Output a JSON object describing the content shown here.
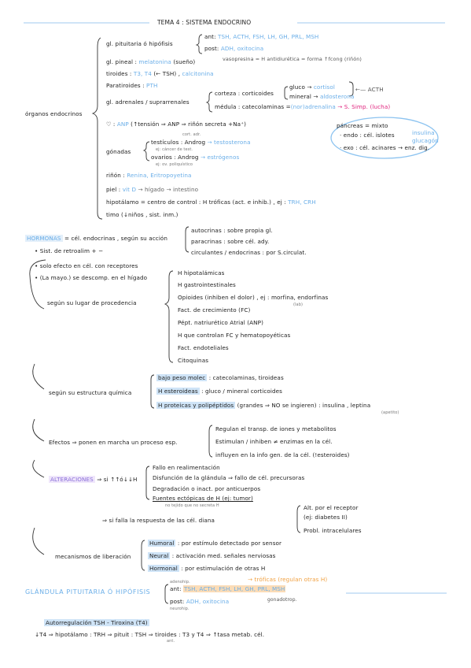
{
  "title": "TEMA 4 : SISTEMA ENDOCRINO",
  "organos": {
    "label": "órganos endocrinos",
    "pituitaria": "gl. pituitaria ó hipófisis",
    "ant_label": "ant:",
    "ant_hormones": "TSH, ACTH, FSH, LH, GH, PRL, MSH",
    "post_label": "post:",
    "post_hormones": "ADH, oxitocina",
    "vasopresina": "vasopresina = H antidiurética = forma ↑fcong (riñón)",
    "pineal": "gl. pineal :",
    "melatonina": "melatonina",
    "sueno": "(sueño)",
    "tiroides": "tiroides :",
    "t3t4": "T3, T4",
    "tsh_arrow": "(← TSH) ,",
    "calcitonina": "calcitonina",
    "paratiroides": "Paratiroides :",
    "pth": "PTH",
    "adrenales": "gl. adrenales / suprarrenales",
    "corteza": "corteza : corticoides",
    "gluco": "gluco →",
    "cortisol": "cortisol",
    "mineral": "mineral →",
    "aldosterona": "aldosterona",
    "acth_arrow": "←— ACTH",
    "medula": "médula : catecolaminas =",
    "nor": "(nor)adrenalina",
    "ssimp": "→ S. Simp. (lucha)",
    "corazon": "♡ :",
    "anp": "ANP",
    "anp_text": "(↑tensión ⇒ ANP ⇒ riñón secreta +Na⁺)",
    "pancreas": "páncreas = mixto",
    "endo": "· endo : cél. islotes",
    "insulina": "insulina",
    "glucagon": "glucagón",
    "exo": "· exo : cél. acinares → enz. dig.",
    "gonadas": "gónadas",
    "cort_adr": "cort. adr.",
    "testiculos": "testículos : Androg",
    "testosterona": "→ testosterona",
    "ej_cancer": "ej: cáncer de test.",
    "ovarios": "ovarios : Androg",
    "estrogenos": "→ estrógenos",
    "ej_ov": "ej: ov. poliquístico",
    "rinon": "riñón :",
    "renina": "Renina, Eritropoyetina",
    "piel": "piel :",
    "vitd": "vit D",
    "higado": "→ hígado → intestino",
    "hipotalamo": "hipotálamo = centro de control : H tróficas (act. e inhib.) , ej :",
    "trh_crh": "TRH, CRH",
    "timo": "timo (↓niños , sist. inm.)"
  },
  "hormonas": {
    "label": "HORMONAS",
    "def": "= cél. endocrinas , según su acción",
    "autocrinas": "autocrinas : sobre propia gl.",
    "paracrinas": "paracrinas : sobre cél. ady.",
    "circulantes": "circulantes / endocrinas : por S.circulat.",
    "retroalim": "Sist. de retroalim",
    "signs": "+ −",
    "solo": "solo efecto en cél. con receptores",
    "mayoria": "(La mayo.) se descomp. en el hígado"
  },
  "procedencia": {
    "label": "según su lugar de procedencia",
    "items": [
      "H hipotalámicas",
      "H gastrointestinales",
      "Opioides (inhiben el dolor) , ej : morfina, endorfinas",
      "Fact. de crecimiento (FC)",
      "Pépt. natriurético Atrial (ANP)",
      "H que controlan FC y hematopoyéticas",
      "Fact. endoteliales",
      "Citoquinas"
    ],
    "lab": "(lab)"
  },
  "quimica": {
    "label": "según su estructura química",
    "bajo_peso": "bajo peso molec",
    "bajo_peso_rest": ": catecolaminas, tiroideas",
    "esteroideas": "H esteroideas",
    "esteroideas_rest": ": gluco / mineral corticoides",
    "proteicas": "H proteicas y polipéptidos",
    "proteicas_rest": "(grandes ⇒ NO se ingieren) : insulina , leptina",
    "apetito": "(apetito)"
  },
  "efectos": {
    "label": "Efectos ⇒ ponen en marcha un proceso esp.",
    "items": [
      "Regulan el transp. de iones y metabolitos",
      "Estimulan / inhiben ≠ enzimas en la cél.",
      "influyen en la info gen. de la cél. (!esteroides)"
    ]
  },
  "alteraciones": {
    "label": "ALTERACIONES",
    "si": "⇒ si ↑↑ó↓↓H",
    "items": [
      "Fallo en realimentación",
      "Disfunción de la glándula ⇒ fallo de cél. precursoras",
      "Degradación o inact. por anticuerpos",
      "Fuentes ectópicas de H (ej: tumor)"
    ],
    "ectopica_note": "no tejido que no secreta H",
    "diana": "⇒ si falla la respuesta de las cél. diana",
    "alt_receptor": "Alt. por el receptor",
    "diabetes": "(ej: diabetes II)",
    "intracelulares": "Probl. intracelulares"
  },
  "liberacion": {
    "label": "mecanismos de liberación",
    "humoral": "Humoral",
    "humoral_rest": ": por estímulo detectado por sensor",
    "neural": "Neural",
    "neural_rest": ": activación med. señales nerviosas",
    "hormonal": "Hormonal",
    "hormonal_rest": ": por estimulación de otras H"
  },
  "glandula": {
    "title": "GLÁNDULA PITUITARIA Ó HIPÓFISIS",
    "adenohip": "adenohip.",
    "ant_label": "ant:",
    "ant_hormones": "TSH, ACTH, FSH, LH, GH, PRL, MSH",
    "troficas": "→ tróficas (regulan otras H)",
    "gonadotrop": "gonadotrop.",
    "post_label": "post:",
    "post_hormones": "ADH, oxitocina",
    "neurohip": "neurohip.",
    "autoreg": "Autorregulación TSH - Tiroxina (T4)",
    "formula": "↓T4 ⇒ hipotálamo : TRH ⇒ pituit : TSH ⇒ tiroides : T3 y T4 ⇒ ↑tasa metab. cél.",
    "ant_short": "ant."
  },
  "colors": {
    "blue_ink": "#6aaee8",
    "pink_ink": "#e0237d",
    "purple_ink": "#8a6fd8",
    "blue_highlight": "#cfe4f7"
  }
}
